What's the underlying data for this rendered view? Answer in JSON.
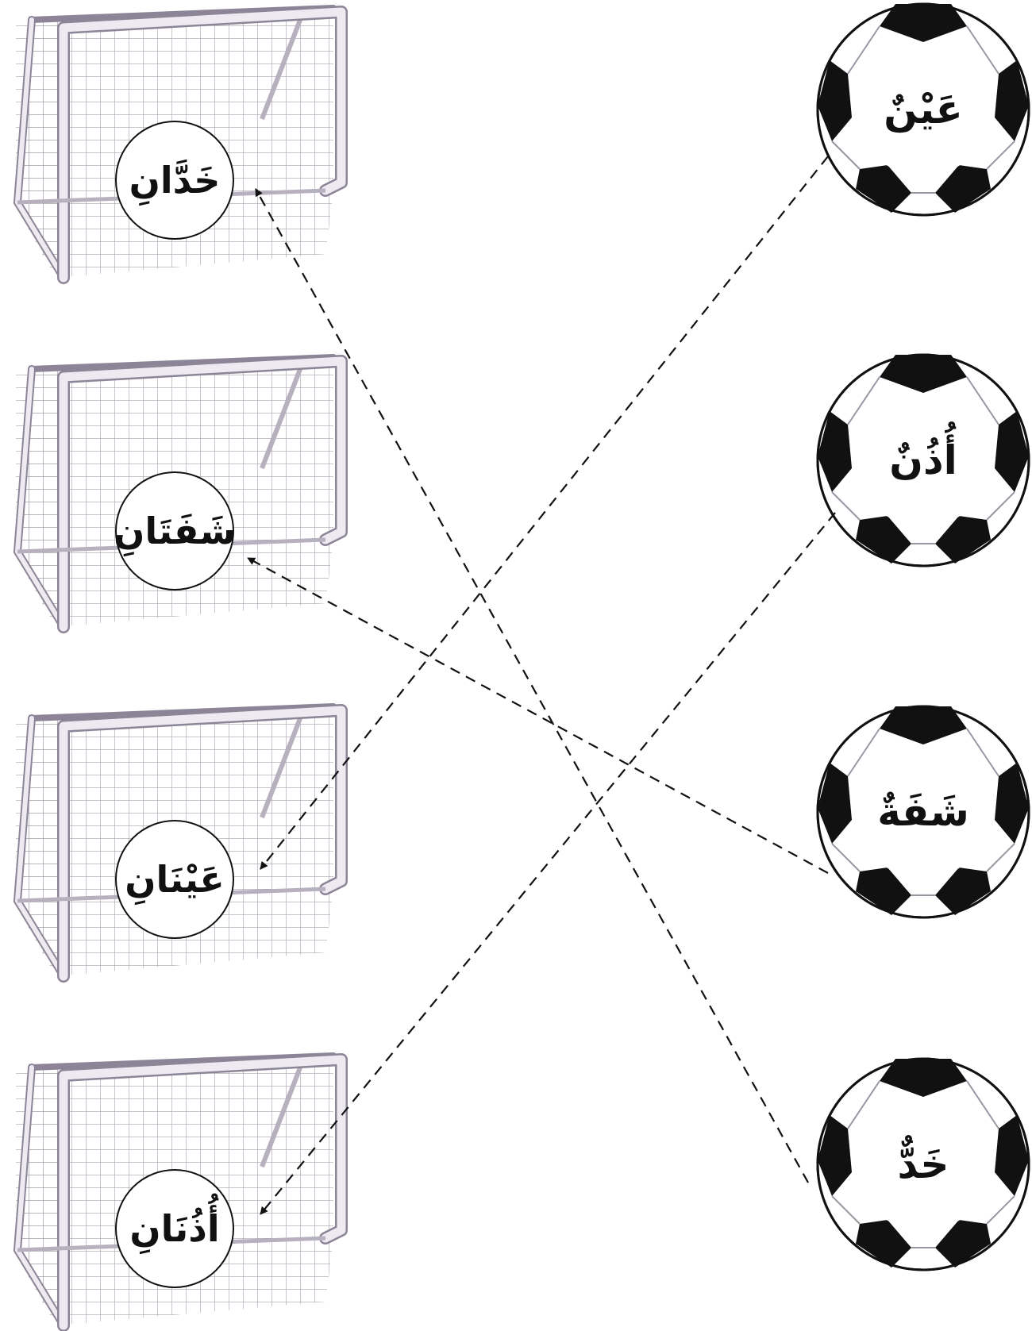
{
  "goals": [
    {
      "word": "خَدَّانِ"
    },
    {
      "word": "شَفَتَانِ"
    },
    {
      "word": "عَيْنَانِ"
    },
    {
      "word": "أُذُنَانِ"
    }
  ],
  "balls": [
    {
      "word": "عَيْنٌ"
    },
    {
      "word": "أُذُنٌ"
    },
    {
      "word": "شَفَةٌ"
    },
    {
      "word": "خَدٌّ"
    }
  ],
  "colors": {
    "ink": "#111111",
    "goal_frame": "#eeeaf2",
    "goal_shadow": "#8c8597",
    "ball_black": "#111111",
    "ball_white": "#ffffff"
  }
}
